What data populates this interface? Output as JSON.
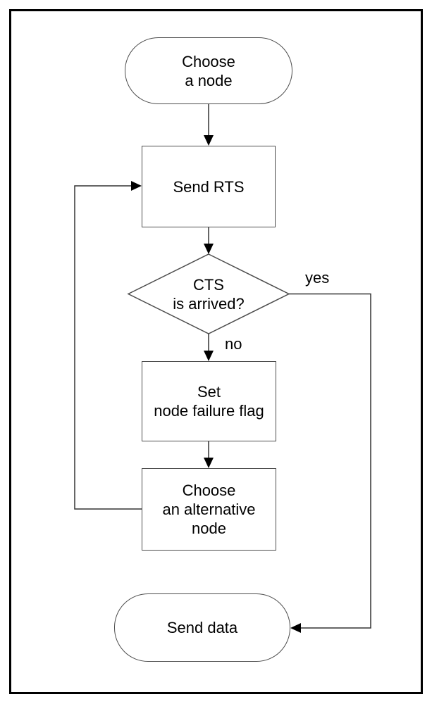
{
  "diagram": {
    "type": "flowchart",
    "nodes": {
      "start": {
        "label": "Choose\na node",
        "shape": "terminator"
      },
      "send_rts": {
        "label": "Send RTS",
        "shape": "process"
      },
      "cts_arrived": {
        "label": "CTS\nis arrived?",
        "shape": "decision"
      },
      "set_flag": {
        "label": "Set\nnode failure flag",
        "shape": "process"
      },
      "choose_alt": {
        "label": "Choose\nan alternative\nnode",
        "shape": "process"
      },
      "send_data": {
        "label": "Send data",
        "shape": "terminator"
      }
    },
    "edges": [
      {
        "from": "start",
        "to": "send_rts",
        "label": ""
      },
      {
        "from": "send_rts",
        "to": "cts_arrived",
        "label": ""
      },
      {
        "from": "cts_arrived",
        "to": "set_flag",
        "label": "no"
      },
      {
        "from": "cts_arrived",
        "to": "send_data",
        "label": "yes"
      },
      {
        "from": "set_flag",
        "to": "choose_alt",
        "label": ""
      },
      {
        "from": "choose_alt",
        "to": "send_rts",
        "label": ""
      }
    ],
    "edge_labels": {
      "yes": "yes",
      "no": "no"
    },
    "colors": {
      "background": "#ffffff",
      "frame": "#000000",
      "shape_stroke": "#4d4d4d",
      "line": "#333333",
      "arrowhead": "#000000",
      "text": "#000000"
    }
  }
}
